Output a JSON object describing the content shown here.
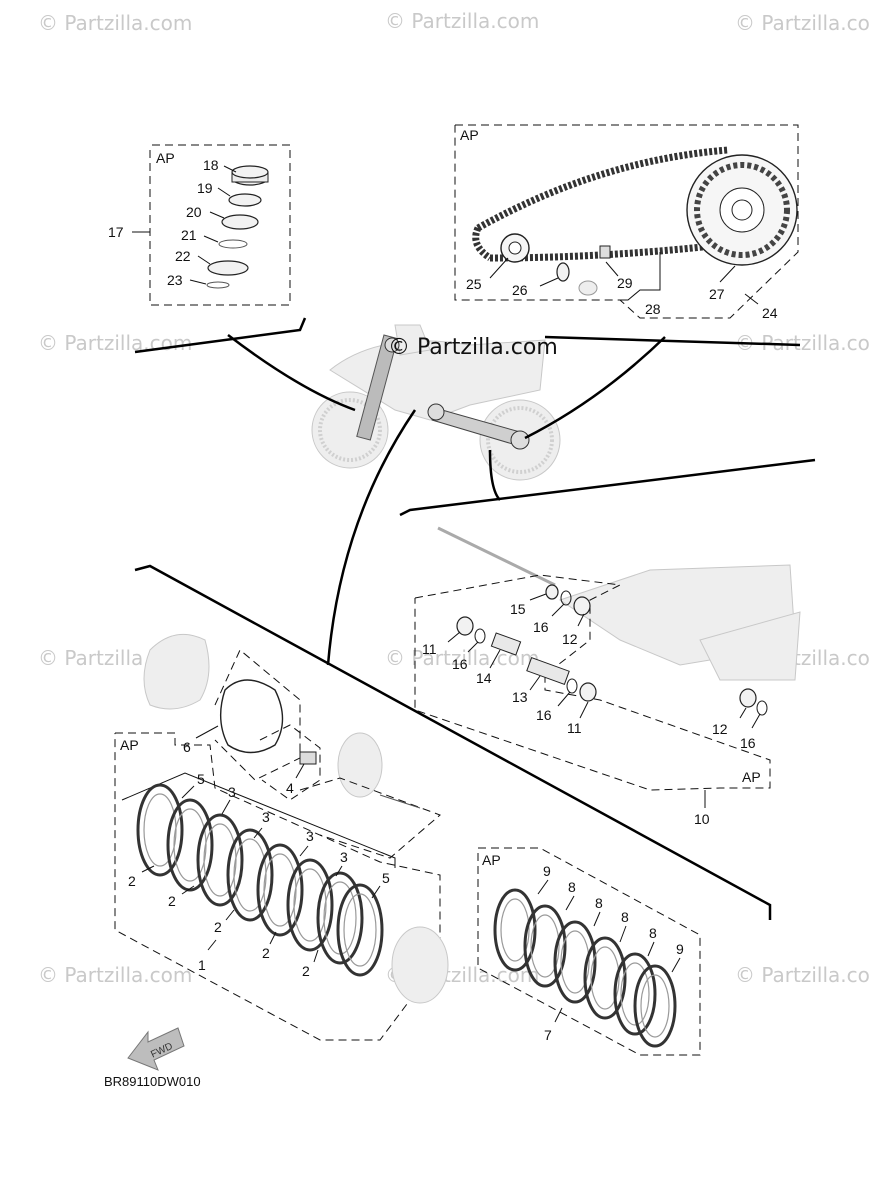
{
  "watermark": {
    "text": "© Partzilla.com"
  },
  "diagram_code": "BR89110DW010",
  "fwd_label": "FWD",
  "ap_label": "AP",
  "callouts": {
    "c1": "1",
    "c2": "2",
    "c3": "3",
    "c4": "4",
    "c5": "5",
    "c6": "6",
    "c7": "7",
    "c8": "8",
    "c9": "9",
    "c10": "10",
    "c11": "11",
    "c12": "12",
    "c13": "13",
    "c14": "14",
    "c15": "15",
    "c16": "16",
    "c17": "17",
    "c18": "18",
    "c19": "19",
    "c20": "20",
    "c21": "21",
    "c22": "22",
    "c23": "23",
    "c24": "24",
    "c25": "25",
    "c26": "26",
    "c27": "27",
    "c28": "28",
    "c29": "29"
  }
}
